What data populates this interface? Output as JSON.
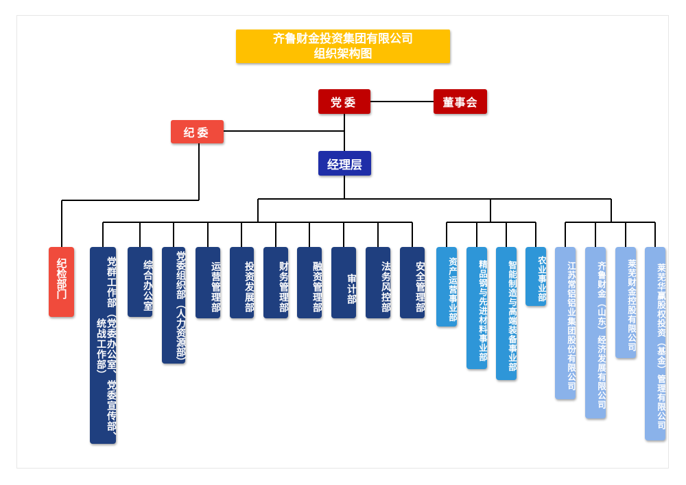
{
  "title": {
    "line1": "齐鲁财金投资集团有限公司",
    "line2": "组织架构图"
  },
  "top": {
    "party": "党委",
    "board": "董事会",
    "discipline": "纪委",
    "management": "经理层"
  },
  "discipline_dept": "纪检部门",
  "departments": [
    "党群工作部（党委办公室、党委宣传部、统战工作部）",
    "综合办公室",
    "党委组织部（人力资源部）",
    "运营管理部",
    "投资发展部",
    "财务管理部",
    "融资管理部",
    "审计部",
    "法务风控部",
    "安全管理部"
  ],
  "business_units": [
    "资产运营事业部",
    "精品钢与先进材料事业部",
    "智能制造与高端装备事业部",
    "农业事业部"
  ],
  "companies": [
    "江苏常铝铝业集团股份有限公司",
    "齐鲁财金（山东）经济发展有限公司",
    "莱芜财金控股有限公司",
    "莱芜华赢股权投资（基金）管理有限公司"
  ],
  "colors": {
    "title": "#ffc000",
    "party": "#c00000",
    "discipline": "#f04b3c",
    "management": "#1f2ea8",
    "department": "#1f3f7f",
    "business": "#2e96d8",
    "company": "#8ab2ea",
    "line": "#000000"
  }
}
